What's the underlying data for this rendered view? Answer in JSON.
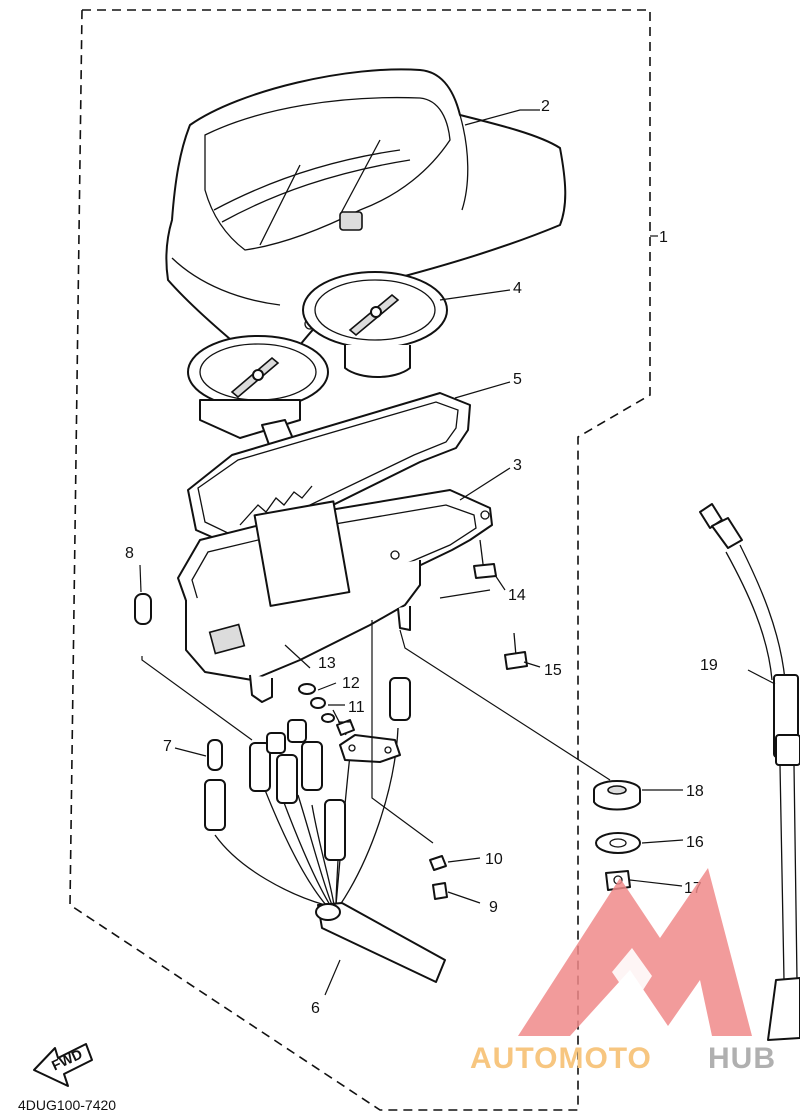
{
  "diagram": {
    "code": "4DUG100-7420",
    "fwd_label": "FWD",
    "callouts": [
      "1",
      "2",
      "3",
      "4",
      "5",
      "6",
      "7",
      "8",
      "9",
      "10",
      "11",
      "12",
      "13",
      "14",
      "15",
      "16",
      "17",
      "18",
      "19"
    ],
    "watermark": {
      "part1": "AUTOMOTO",
      "part2": "HUB",
      "color_logo": "#f08a8a",
      "color_part1": "#f7c680",
      "color_part2": "#b0b0b0"
    }
  }
}
